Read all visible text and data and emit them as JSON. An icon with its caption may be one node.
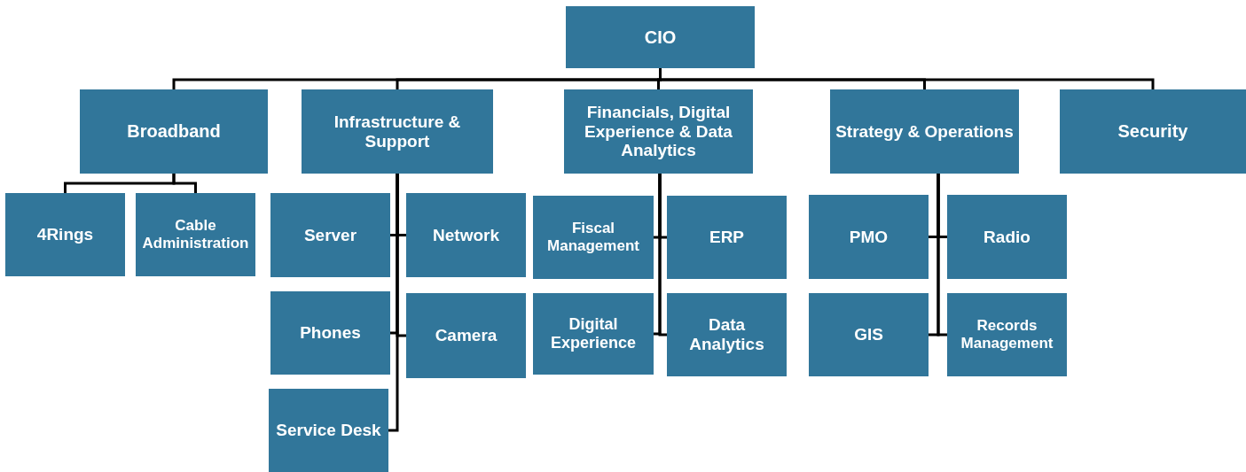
{
  "diagram": {
    "nodes": [
      {
        "text": [
          "CIO"
        ]
      },
      {
        "text": [
          "Broadband"
        ]
      },
      {
        "text": [
          "Infrastructure & Support"
        ]
      },
      {
        "text": [
          "Financials, Digital Experience & Data Analytics"
        ]
      },
      {
        "text": [
          "Strategy & Operations"
        ]
      },
      {
        "text": [
          "Security"
        ]
      },
      {
        "text": [
          "4Rings"
        ]
      },
      {
        "text": [
          "Cable Administration"
        ]
      },
      {
        "text": [
          "Server"
        ]
      },
      {
        "text": [
          "Network"
        ]
      },
      {
        "text": [
          "Phones"
        ]
      },
      {
        "text": [
          "Camera"
        ]
      },
      {
        "text": [
          "Service Desk"
        ]
      },
      {
        "text": [
          "Fiscal Management"
        ]
      },
      {
        "text": [
          "ERP"
        ]
      },
      {
        "text": [
          "Digital Experience"
        ]
      },
      {
        "text": [
          "Data Analytics"
        ]
      },
      {
        "text": [
          "PMO"
        ]
      },
      {
        "text": [
          "Radio"
        ]
      },
      {
        "text": [
          "GIS"
        ]
      },
      {
        "text": [
          "Records Management"
        ]
      }
    ],
    "edges": [
      {
        "from": 0,
        "to": 1,
        "arrow": "none"
      },
      {
        "from": 0,
        "to": 2,
        "arrow": "none"
      },
      {
        "from": 0,
        "to": 3,
        "arrow": "none"
      },
      {
        "from": 0,
        "to": 4,
        "arrow": "none"
      },
      {
        "from": 0,
        "to": 5,
        "arrow": "none"
      },
      {
        "from": 1,
        "to": 6,
        "arrow": "none"
      },
      {
        "from": 1,
        "to": 7,
        "arrow": "none"
      },
      {
        "from": 2,
        "to": 8,
        "arrow": "none"
      },
      {
        "from": 2,
        "to": 9,
        "arrow": "none"
      },
      {
        "from": 2,
        "to": 10,
        "arrow": "none"
      },
      {
        "from": 2,
        "to": 11,
        "arrow": "none"
      },
      {
        "from": 2,
        "to": 12,
        "arrow": "none"
      },
      {
        "from": 3,
        "to": 13,
        "arrow": "none"
      },
      {
        "from": 3,
        "to": 14,
        "arrow": "none"
      },
      {
        "from": 3,
        "to": 15,
        "arrow": "none"
      },
      {
        "from": 3,
        "to": 16,
        "arrow": "none"
      },
      {
        "from": 4,
        "to": 17,
        "arrow": "none"
      },
      {
        "from": 4,
        "to": 18,
        "arrow": "none"
      },
      {
        "from": 4,
        "to": 19,
        "arrow": "none"
      },
      {
        "from": 4,
        "to": 20,
        "arrow": "none"
      }
    ]
  }
}
